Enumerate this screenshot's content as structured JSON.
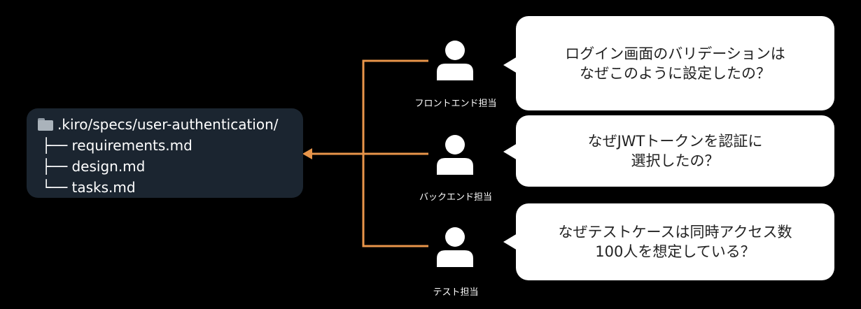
{
  "file_tree": {
    "lines": [
      ".kiro/specs/user-authentication/",
      "├── requirements.md",
      "├── design.md",
      "└── tasks.md"
    ],
    "folder_icon": "folder-icon"
  },
  "connector_color": "#e8954a",
  "roles": [
    {
      "label": "フロントエンド担当",
      "icon": "person-icon",
      "question": [
        "ログイン画面のバリデーションは",
        "なぜこのように設定したの？"
      ]
    },
    {
      "label": "バックエンド担当",
      "icon": "person-icon",
      "question": [
        "なぜJWTトークンを認証に",
        "選択したの？"
      ]
    },
    {
      "label": "テスト担当",
      "icon": "person-icon",
      "question": [
        "なぜテストケースは同時アクセス数",
        "100人を想定している？"
      ]
    }
  ]
}
